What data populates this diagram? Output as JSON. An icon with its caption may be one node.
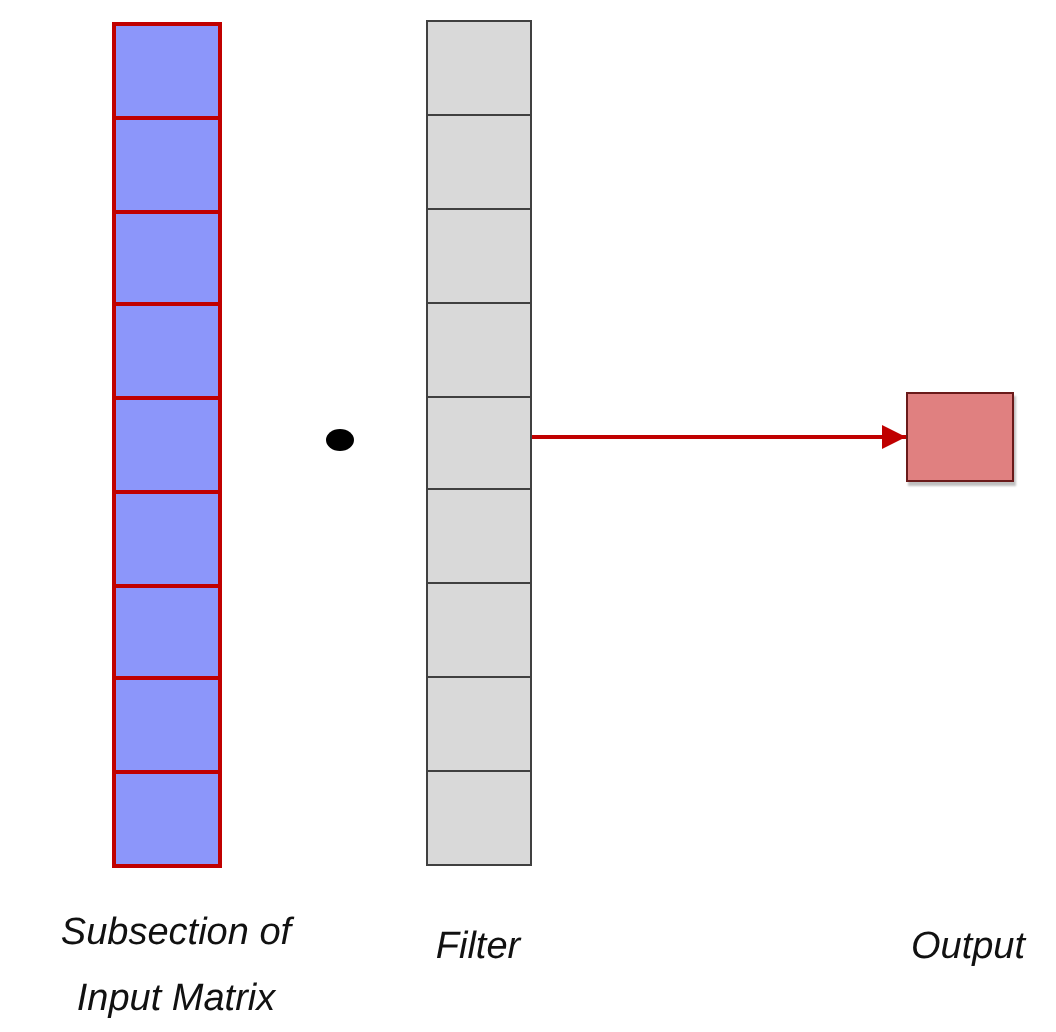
{
  "diagram": {
    "nodes": [
      {
        "text": [
          "Subsection of Input Matrix"
        ]
      },
      {
        "text": [
          "Filter"
        ]
      },
      {
        "text": [],
        "shape": "box"
      }
    ],
    "edges": [
      {
        "from": 1,
        "to": 2,
        "arrow": "to",
        "color": "#c00000"
      }
    ],
    "labels": [
      "Output"
    ]
  }
}
